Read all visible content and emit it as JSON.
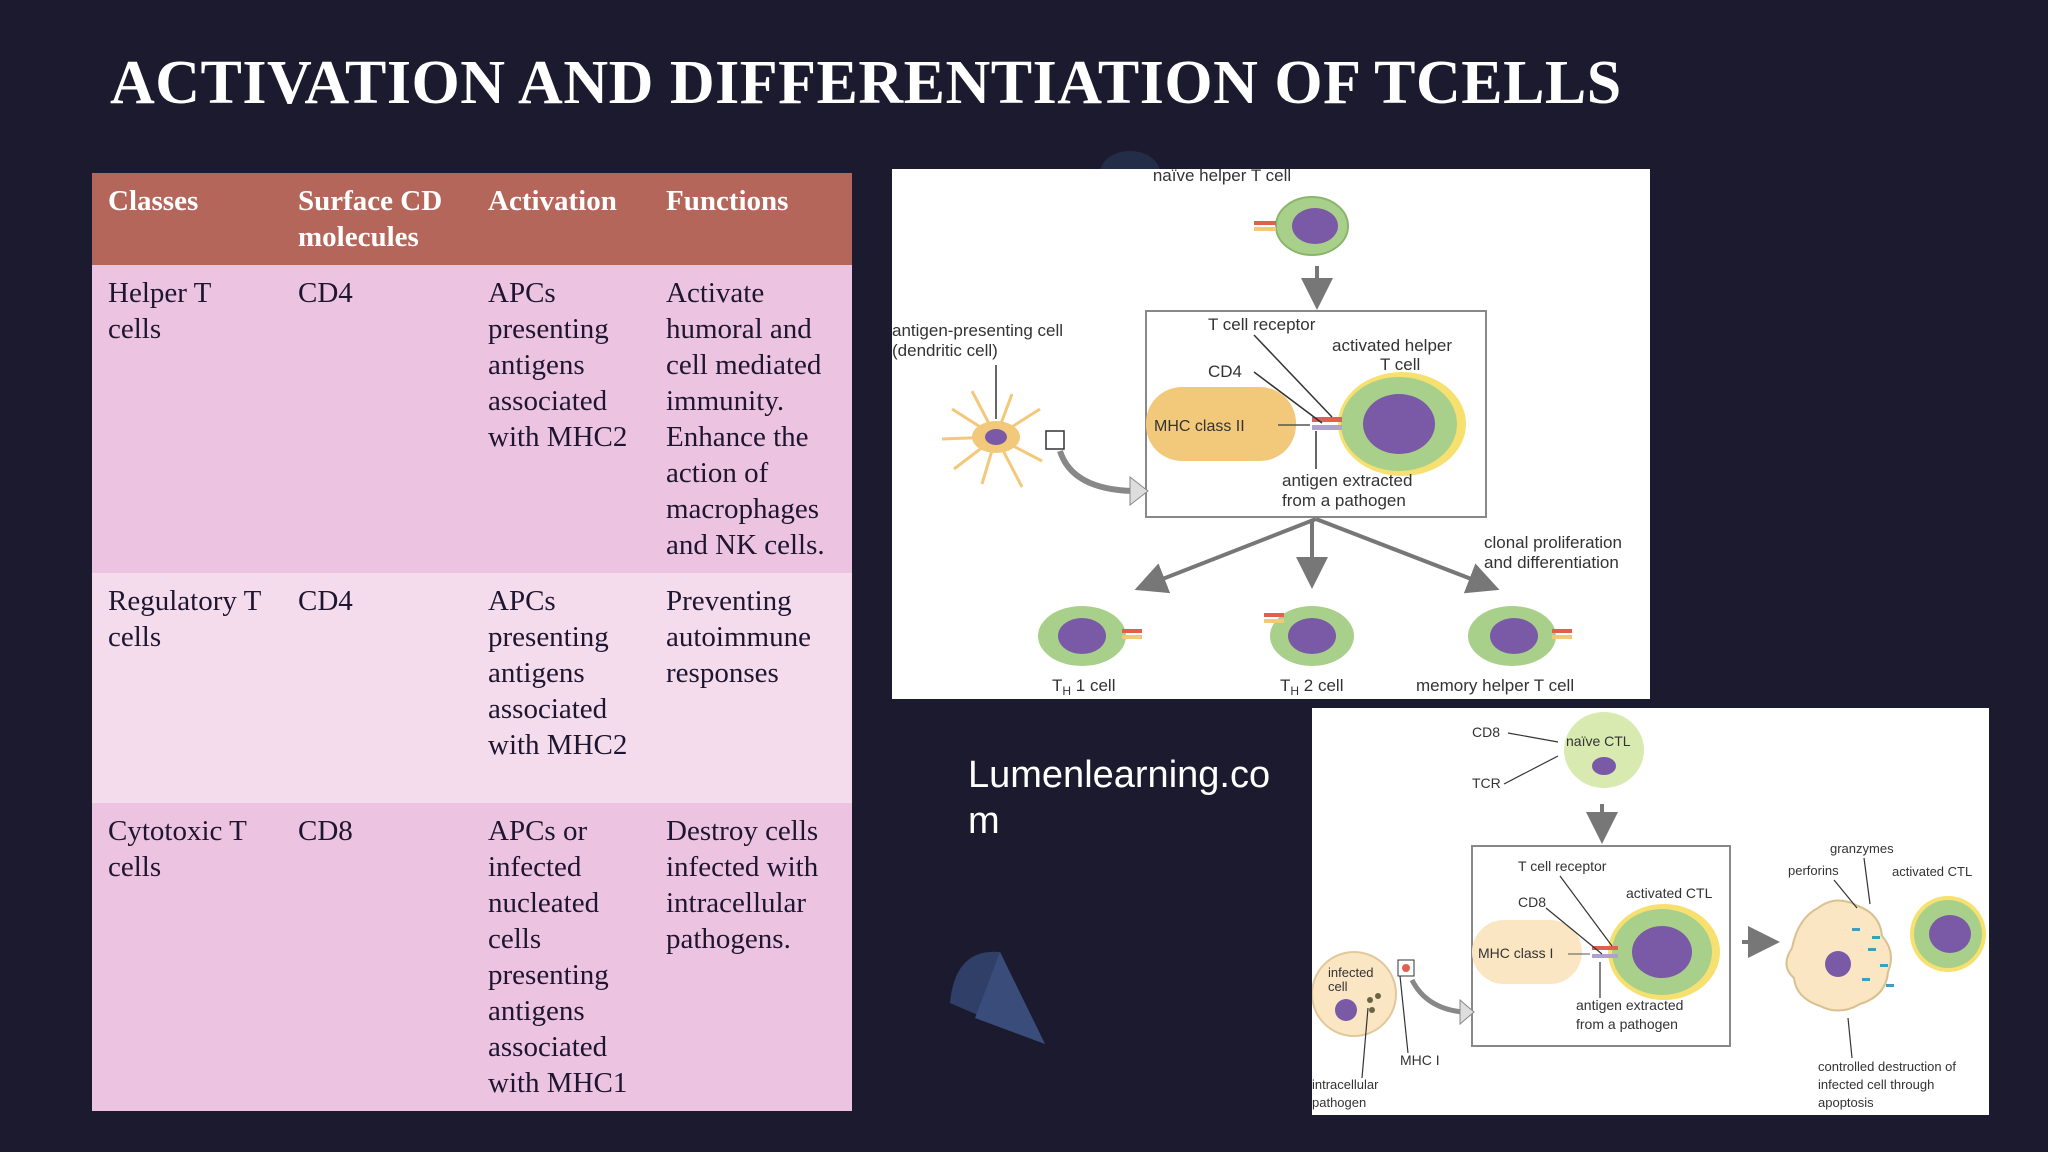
{
  "slide": {
    "title": "ACTIVATION AND DIFFERENTIATION OF TCELLS",
    "credit": "Lumenlearning.co m"
  },
  "table": {
    "headers": [
      "Classes",
      "Surface CD molecules",
      "Activation",
      "Functions"
    ],
    "rows": [
      [
        "Helper T cells",
        "CD4",
        "APCs presenting antigens associated with MHC2",
        "Activate humoral and cell mediated immunity. Enhance the action of macrophages and NK cells."
      ],
      [
        "Regulatory T cells",
        "CD4",
        "APCs presenting antigens associated with MHC2",
        "Preventing autoimmune responses"
      ],
      [
        "Cytotoxic T cells",
        "CD8",
        "APCs or infected nucleated cells presenting antigens associated with MHC1",
        "Destroy cells infected with intracellular pathogens."
      ]
    ]
  },
  "figure_helper": {
    "naive": "naïve helper T cell",
    "apc": "antigen-presenting cell",
    "apc_sub": "(dendritic cell)",
    "tcr": "T cell receptor",
    "activated1": "activated helper",
    "activated2": "T cell",
    "cd4": "CD4",
    "mhc": "MHC class II",
    "antigen1": "antigen extracted",
    "antigen2": "from a pathogen",
    "clonal1": "clonal proliferation",
    "clonal2": "and differentiation",
    "th1_T": "T",
    "th1_sub": "H",
    "th1_rest": " 1 cell",
    "th2_T": "T",
    "th2_sub": "H",
    "th2_rest": " 2 cell",
    "memory": "memory helper T cell",
    "colors": {
      "cell_outer": "#a8d08a",
      "nucleus": "#7a5aa6",
      "apc_body": "#f2c97a"
    }
  },
  "figure_ctl": {
    "cd8_top": "CD8",
    "tcr_top": "TCR",
    "naive": "naïve CTL",
    "tcr": "T cell receptor",
    "cd8": "CD8",
    "activated": "activated CTL",
    "mhc": "MHC class I",
    "antigen1": "antigen extracted",
    "antigen2": "from a pathogen",
    "infected1": "infected",
    "infected2": "cell",
    "mhci": "MHC I",
    "intra1": "intracellular",
    "intra2": "pathogen",
    "granzymes": "granzymes",
    "perforins": "perforins",
    "activated_right": "activated CTL",
    "destr1": "controlled destruction of",
    "destr2": "infected cell through",
    "destr3": "apoptosis"
  }
}
